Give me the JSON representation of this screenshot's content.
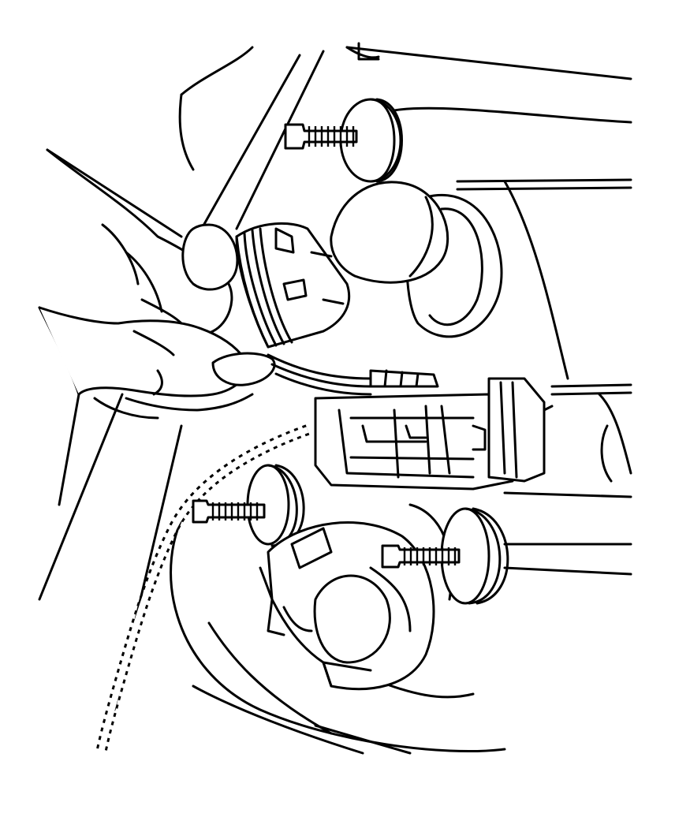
{
  "diagram": {
    "colors": {
      "line": "#000000",
      "background": "#ffffff"
    },
    "parts": [
      {
        "name": "hand"
      },
      {
        "name": "bulb-socket"
      },
      {
        "name": "bulb"
      },
      {
        "name": "electrical-connector"
      },
      {
        "name": "mounting-stud-upper"
      },
      {
        "name": "mounting-stud-middle"
      },
      {
        "name": "mounting-stud-lower"
      },
      {
        "name": "grommet-upper"
      },
      {
        "name": "grommet-middle"
      },
      {
        "name": "grommet-lower"
      },
      {
        "name": "wiring-harness"
      },
      {
        "name": "lamp-housing"
      }
    ]
  }
}
